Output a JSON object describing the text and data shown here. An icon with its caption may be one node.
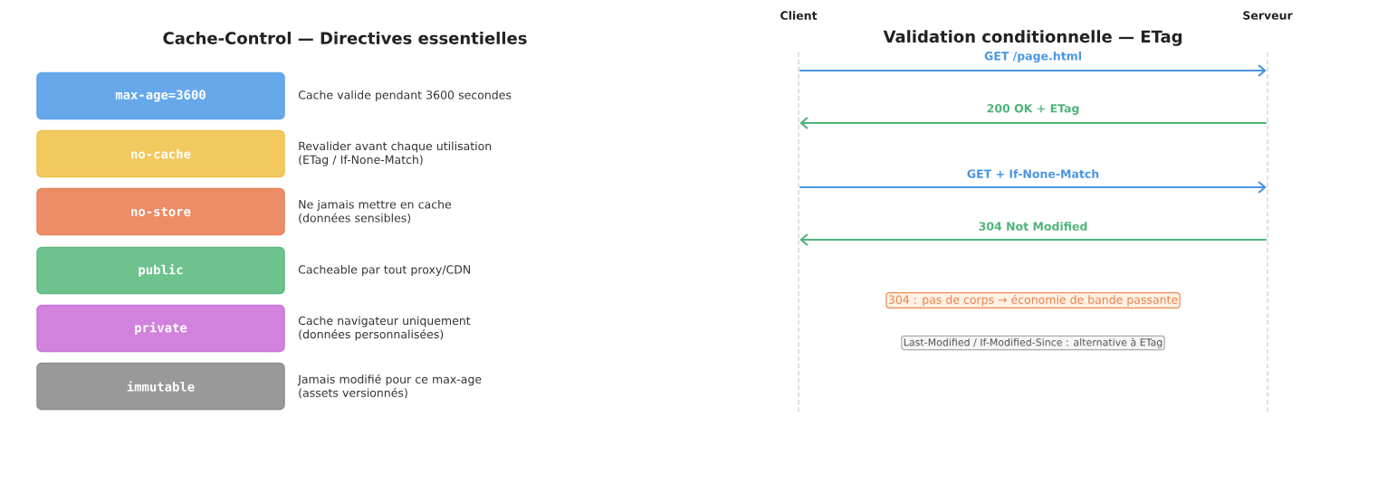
{
  "diagram": {
    "nodes": [
      {
        "text": [
          "max-age=3600"
        ],
        "beside": [
          "Cache valide pendant 3600 secondes"
        ]
      },
      {
        "text": [
          "no-cache"
        ],
        "beside": [
          "Revalider avant chaque utilisation (ETag / If-None-Match)"
        ]
      },
      {
        "text": [
          "no-store"
        ],
        "beside": [
          "Ne jamais mettre en cache (données sensibles)"
        ]
      },
      {
        "text": [
          "public"
        ],
        "beside": [
          "Cacheable par tout proxy/CDN"
        ]
      },
      {
        "text": [
          "private"
        ],
        "beside": [
          "Cache navigateur uniquement (données personnalisées)"
        ]
      },
      {
        "text": [
          "immutable"
        ],
        "beside": [
          "Jamais modifié pour ce max-age (assets versionnés)"
        ]
      },
      {
        "text": [
          "Client"
        ]
      },
      {
        "text": [
          "Serveur"
        ]
      },
      {
        "text": [
          "304 : pas de corps → économie de bande passante"
        ]
      },
      {
        "text": [
          "Last-Modified / If-Modified-Since : alternative à ETag"
        ]
      }
    ],
    "edges": [
      {
        "from": 6,
        "to": 7,
        "arrow": "to",
        "label": "GET /page.html",
        "color": "#4a96e2"
      },
      {
        "from": 7,
        "to": 6,
        "arrow": "to",
        "label": "200 OK + ETag",
        "color": "#50b47a"
      },
      {
        "from": 6,
        "to": 7,
        "arrow": "to",
        "label": "GET + If-None-Match",
        "color": "#4a96e2"
      },
      {
        "from": 7,
        "to": 6,
        "arrow": "to",
        "label": "304 Not Modified",
        "color": "#50b47a"
      }
    ],
    "labels": [
      "Cache-Control — Directives essentielles",
      "Validation conditionnelle — ETag"
    ]
  }
}
